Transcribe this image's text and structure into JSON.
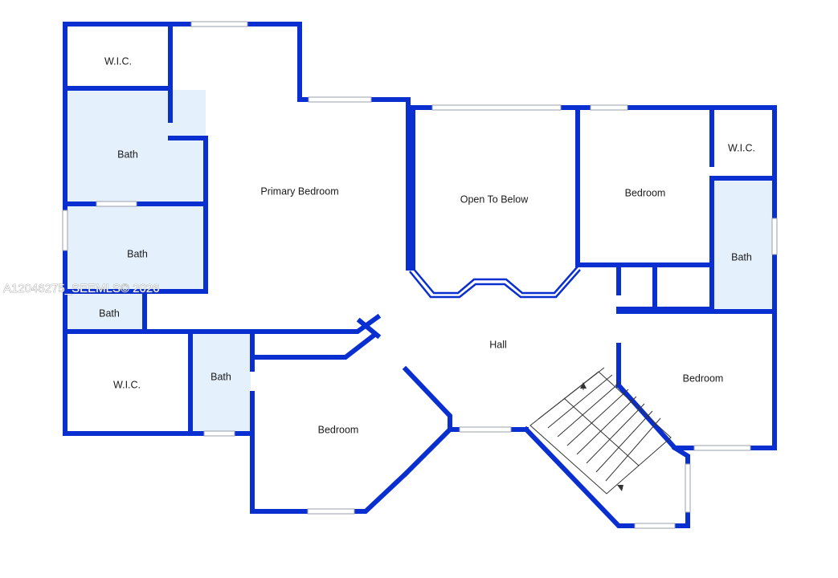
{
  "watermark": "A12046275_SEEMLS© 2026",
  "rooms": {
    "wic_top_left": "W.I.C.",
    "bath_1": "Bath",
    "bath_2": "Bath",
    "bath_3": "Bath",
    "wic_bottom_left": "W.I.C.",
    "bath_4": "Bath",
    "primary_bedroom": "Primary Bedroom",
    "open_to_below": "Open To Below",
    "bedroom_top_right": "Bedroom",
    "wic_top_right": "W.I.C.",
    "bath_right": "Bath",
    "hall": "Hall",
    "bedroom_right": "Bedroom",
    "bedroom_bottom": "Bedroom"
  },
  "colors": {
    "wall": "#0a2fd0",
    "bath_fill": "#e4f0fb",
    "background": "#ffffff"
  }
}
